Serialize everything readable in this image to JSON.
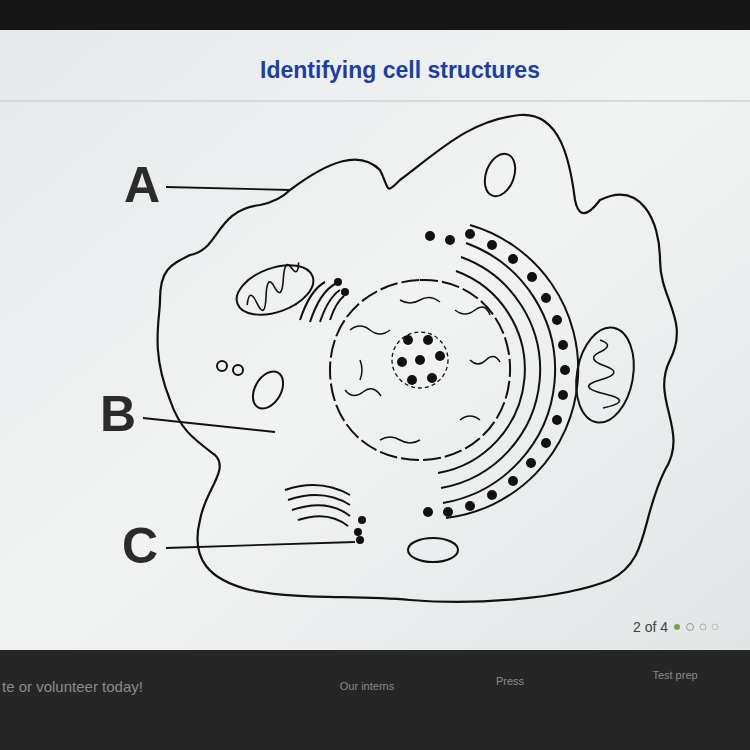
{
  "diagram": {
    "title": "Identifying cell structures",
    "labels": [
      "A",
      "B",
      "C",
      "2 of 4",
      "te or volunteer today!",
      "Our interns",
      "Press",
      "Test prep"
    ]
  }
}
